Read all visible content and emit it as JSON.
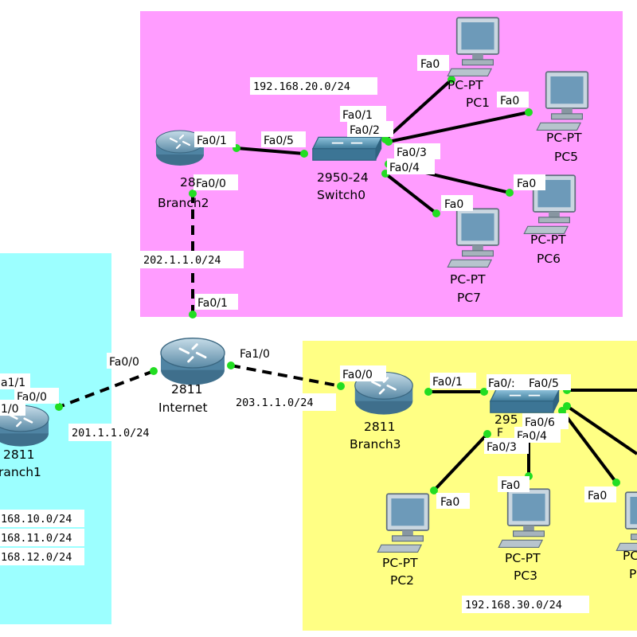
{
  "zones": {
    "pink_color": "#ff9cff",
    "cyan_color": "#9cffff",
    "yellow_color": "#ffff84"
  },
  "networks": {
    "net_branch2_lan": "192.168.20.0/24",
    "net_branch2_wan": "202.1.1.0/24",
    "net_branch1_wan": "201.1.1.0/24",
    "net_branch3_wan": "203.1.1.0/24",
    "net_branch3_lan": "192.168.30.0/24",
    "net_branch1_lan1": "168.10.0/24",
    "net_branch1_lan2": "168.11.0/24",
    "net_branch1_lan3": "168.12.0/24"
  },
  "devices": {
    "internet": {
      "model": "2811",
      "name": "Internet"
    },
    "branch1": {
      "model": "2811",
      "name": "ranch1"
    },
    "branch2": {
      "model": "28",
      "name": "Branch2"
    },
    "branch3": {
      "model": "2811",
      "name": "Branch3"
    },
    "switch0": {
      "model": "2950-24",
      "name": "Switch0"
    },
    "switch1": {
      "model": "295",
      "name": ""
    },
    "pc1": {
      "model": "PC-PT",
      "name": "PC1"
    },
    "pc5": {
      "model": "PC-PT",
      "name": "PC5"
    },
    "pc6": {
      "model": "PC-PT",
      "name": "PC6"
    },
    "pc7": {
      "model": "PC-PT",
      "name": "PC7"
    },
    "pc2": {
      "model": "PC-PT",
      "name": "PC2"
    },
    "pc3": {
      "model": "PC-PT",
      "name": "PC3"
    },
    "pc4": {
      "model": "PC",
      "name": "P"
    }
  },
  "ports": {
    "b2_fa01": "Fa0/1",
    "b2_fa00": "Fa0/0",
    "sw0_fa05": "Fa0/5",
    "sw0_fa01": "Fa0/1",
    "sw0_fa02": "Fa0/2",
    "sw0_fa03": "Fa0/3",
    "sw0_fa04": "Fa0/4",
    "pc1_fa0": "Fa0",
    "pc5_fa0": "Fa0",
    "pc6_fa0": "Fa0",
    "pc7_fa0": "Fa0",
    "inet_fa01": "Fa0/1",
    "inet_fa00": "Fa0/0",
    "inet_fa10": "Fa1/0",
    "b1_fa11": "a1/1",
    "b1_fa00": "Fa0/0",
    "b1_fa10": "1/0",
    "b3_fa00": "Fa0/0",
    "b3_fa01": "Fa0/1",
    "sw1_fa01": "Fa0/:",
    "sw1_fa05": "Fa0/5",
    "sw1_fa06": "Fa0/6",
    "sw1_fa04": "Fa0/4",
    "sw1_fa03": "Fa0/3",
    "sw1_f": "F",
    "pc2_fa0": "Fa0",
    "pc3_fa0": "Fa0",
    "pc4_fa0": "Fa0"
  }
}
